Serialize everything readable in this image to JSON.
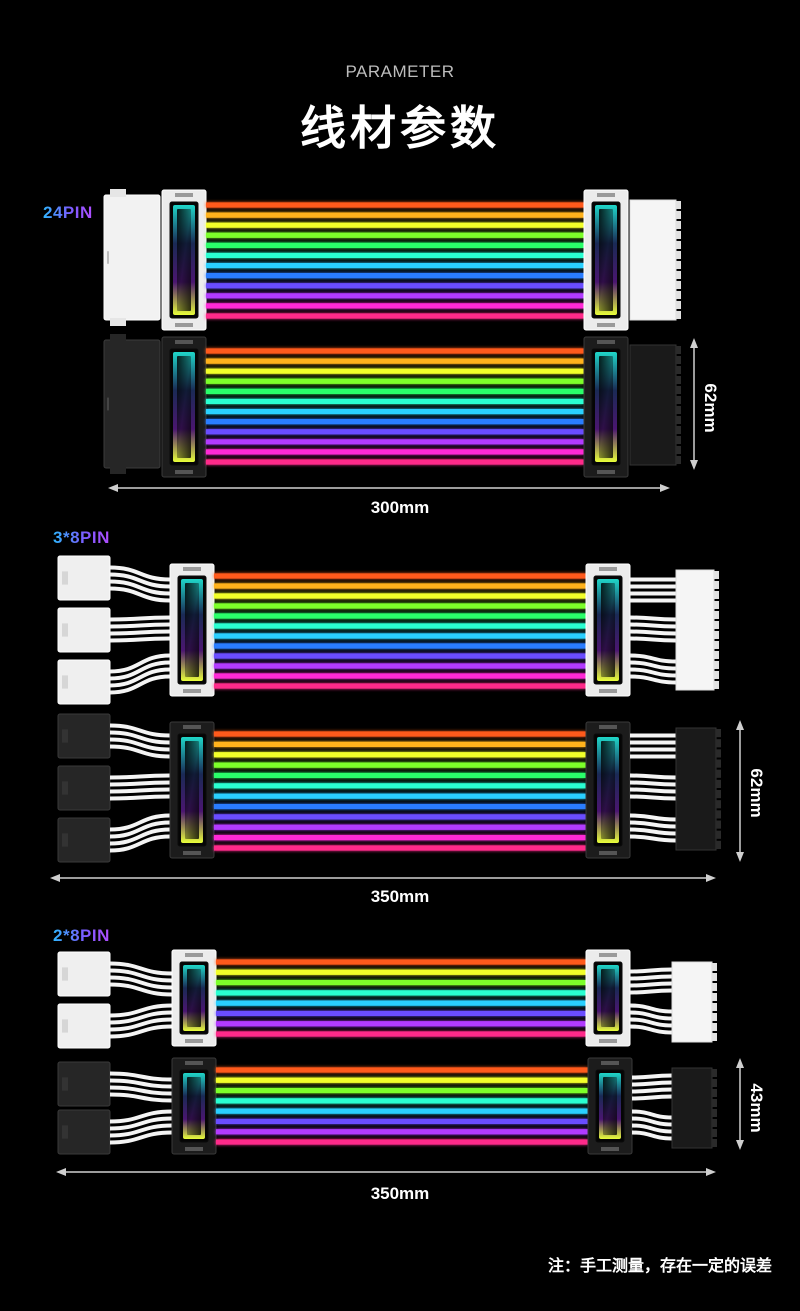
{
  "header": {
    "subtitle": "PARAMETER",
    "title": "线材参数"
  },
  "sections": [
    {
      "label": "24PIN",
      "length": "300mm",
      "height": "62mm"
    },
    {
      "label": "3*8PIN",
      "length": "350mm",
      "height": "62mm"
    },
    {
      "label": "2*8PIN",
      "length": "350mm",
      "height": "43mm"
    }
  ],
  "footer": {
    "note": "注：手工测量，存在一定的误差"
  },
  "colors": {
    "background": "#000000",
    "rainbow": [
      "#ff5a1f",
      "#ffb21a",
      "#f2ff2a",
      "#7dff2a",
      "#2aff6a",
      "#2affd2",
      "#2ad0ff",
      "#2a7dff",
      "#6a4dff",
      "#b23aff",
      "#ff2ad6",
      "#ff2a8a"
    ]
  }
}
